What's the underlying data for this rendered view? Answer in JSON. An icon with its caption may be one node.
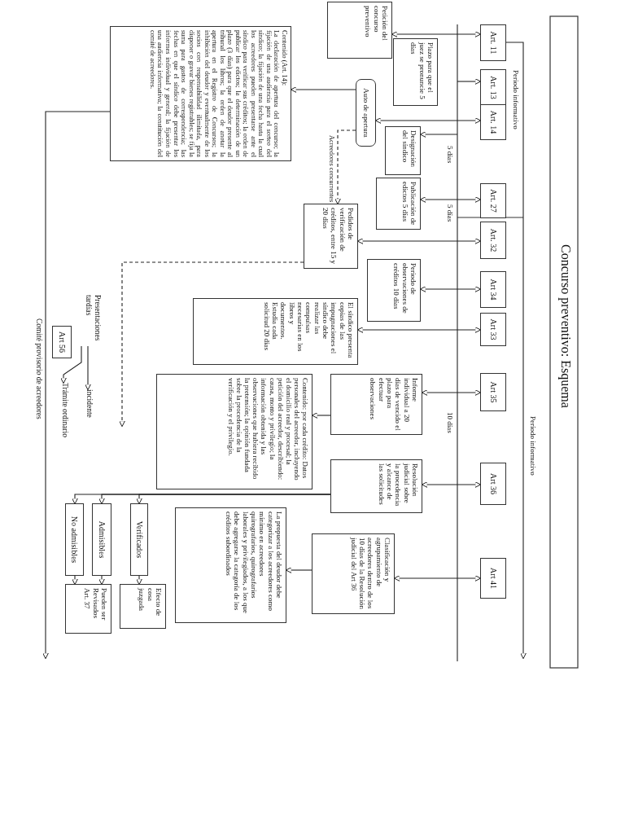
{
  "diagram": {
    "title": "Concurso preventivo: Esquema",
    "nodes": [
      {
        "text": [
          "Petición del concurso preventivo"
        ]
      },
      {
        "text": [
          "Art. 11"
        ]
      },
      {
        "text": [
          "Plazo para que el juez se pronuncie 5 días"
        ]
      },
      {
        "text": [
          "Art. 13"
        ]
      },
      {
        "text": [
          "Auto de apertura"
        ]
      },
      {
        "text": [
          "Art. 14"
        ]
      },
      {
        "text": [
          "Contenido (Art. 14):",
          "La declaración de apertura del concurso; la fijación de una audiencia para el sorteo del síndico; la fijación de una fecha hasta la cual los acreedores pueden presentarse ante el síndico para verificar sus créditos; la orden de publicar los edictos; la determinación de un plazo (3 días) para que el deudor presente al tribunal los libros; la orden de anotar la apertura en el Registro de Concursos; la inhibición del deudor y eventualmente de los socios con responsabilidad ilimitada, para disponer o gravar bienes registrables; se fija la suma para gastos de correspondencia; las fechas en que el síndico debe presentar los informes individual y general; la fijación de una audiencia informativa; la constitución del comité de acreedores."
        ]
      },
      {
        "text": [
          "Designación del síndico"
        ]
      },
      {
        "text": [
          "Publicación de edictos 5 días"
        ]
      },
      {
        "text": [
          "Art. 27"
        ]
      },
      {
        "text": [
          "Pedidos de verificación de créditos, entre 15 y 20 días"
        ]
      },
      {
        "text": [
          "Art. 32"
        ]
      },
      {
        "text": [
          "Periodo de observaciones de créditos 10 días"
        ]
      },
      {
        "text": [
          "Art 34"
        ]
      },
      {
        "text": [
          "El síndico presenta copias de las impugnaciones el síndico debe realizar las compulsas necesarias en los libros y documentos. Estudia cada solicitud 20 días"
        ]
      },
      {
        "text": [
          "Art 33"
        ]
      },
      {
        "text": [
          "Informe individual a 20 días de vencido el plazo para efectuar observaciones"
        ]
      },
      {
        "text": [
          "Art 35"
        ]
      },
      {
        "text": [
          "Contenido: por cada crédito: Datos personales del acreedor, incluyendo el domicilio real y procesal; la petición del acreedor, describiendo: causa, monto y privilegio; la información obtenida y las observaciones que hubiera recibido la pretensión; la opinión fundada sobre la procedencia de la verificación y el privilegio."
        ]
      },
      {
        "text": [
          "Resolución judicial sobre la procedencia y alcance de las solicitudes"
        ]
      },
      {
        "text": [
          "Art 36"
        ]
      },
      {
        "text": [
          "Presentaciones tardías"
        ]
      },
      {
        "text": [
          "Art 56"
        ]
      },
      {
        "text": [
          "incidente"
        ]
      },
      {
        "text": [
          "Trámite ordinario"
        ]
      },
      {
        "text": [
          "Verificados"
        ]
      },
      {
        "text": [
          "Admisibles"
        ]
      },
      {
        "text": [
          "No admisibles"
        ]
      },
      {
        "text": [
          "Efecto de cosa juzgada"
        ]
      },
      {
        "text": [
          "Pueden ser Revisados",
          "Art. 37"
        ]
      },
      {
        "text": [
          "Clasificación y agrupamiento de acreedores dentro de los 10 días de la Resolución judicial del Art 36"
        ]
      },
      {
        "text": [
          "Art 41"
        ]
      },
      {
        "text": [
          "La propuesta del deudor debe categorizar a los acreedores como mínimo en acreedores quirografarios, quirografarios laborales y privilegiados, a los que debe agregarse la categoría de los créditos subordinados"
        ]
      }
    ],
    "edges": [
      {
        "from": 0,
        "to": 1,
        "arrow": "both"
      },
      {
        "from": null,
        "to": 3,
        "arrow": "to"
      },
      {
        "from": 4,
        "to": 5,
        "arrow": "both"
      },
      {
        "from": 4,
        "to": 6,
        "arrow": "to"
      },
      {
        "from": 4,
        "to": 10,
        "arrow": "to",
        "label": "Acreedores concurrentes",
        "style": "dashed"
      },
      {
        "from": null,
        "to": 7,
        "arrow": "to"
      },
      {
        "from": 8,
        "to": 9,
        "arrow": "both"
      },
      {
        "from": 10,
        "to": 11,
        "arrow": "both"
      },
      {
        "from": 12,
        "to": 13,
        "arrow": "both"
      },
      {
        "from": 14,
        "to": 15,
        "arrow": "both"
      },
      {
        "from": 16,
        "to": 17,
        "arrow": "both"
      },
      {
        "from": 16,
        "to": 18,
        "arrow": "to"
      },
      {
        "from": 19,
        "to": 20,
        "arrow": "both"
      },
      {
        "from": 30,
        "to": 31,
        "arrow": "both"
      },
      {
        "from": 30,
        "to": 32,
        "arrow": "to"
      },
      {
        "from": 19,
        "to": 25,
        "arrow": "to"
      },
      {
        "from": 19,
        "to": 26,
        "arrow": "to"
      },
      {
        "from": 19,
        "to": 27,
        "arrow": "to"
      },
      {
        "from": 25,
        "to": 28,
        "arrow": "to"
      },
      {
        "from": 26,
        "to": 29,
        "arrow": "to"
      },
      {
        "from": 27,
        "to": 29,
        "arrow": "to"
      },
      {
        "from": 10,
        "to": null,
        "arrow": "to",
        "style": "dashed"
      },
      {
        "from": 21,
        "to": 23,
        "arrow": "to"
      },
      {
        "from": 21,
        "to": 24,
        "arrow": "to"
      },
      {
        "from": 6,
        "to": null,
        "arrow": "to",
        "label": "Comité provisorio de acreedores"
      },
      {
        "from": 1,
        "to": null,
        "arrow": "to"
      }
    ],
    "labels": [
      "Periodo informativo",
      "5 días",
      "5 días",
      "10 días",
      "Período informativo"
    ]
  }
}
